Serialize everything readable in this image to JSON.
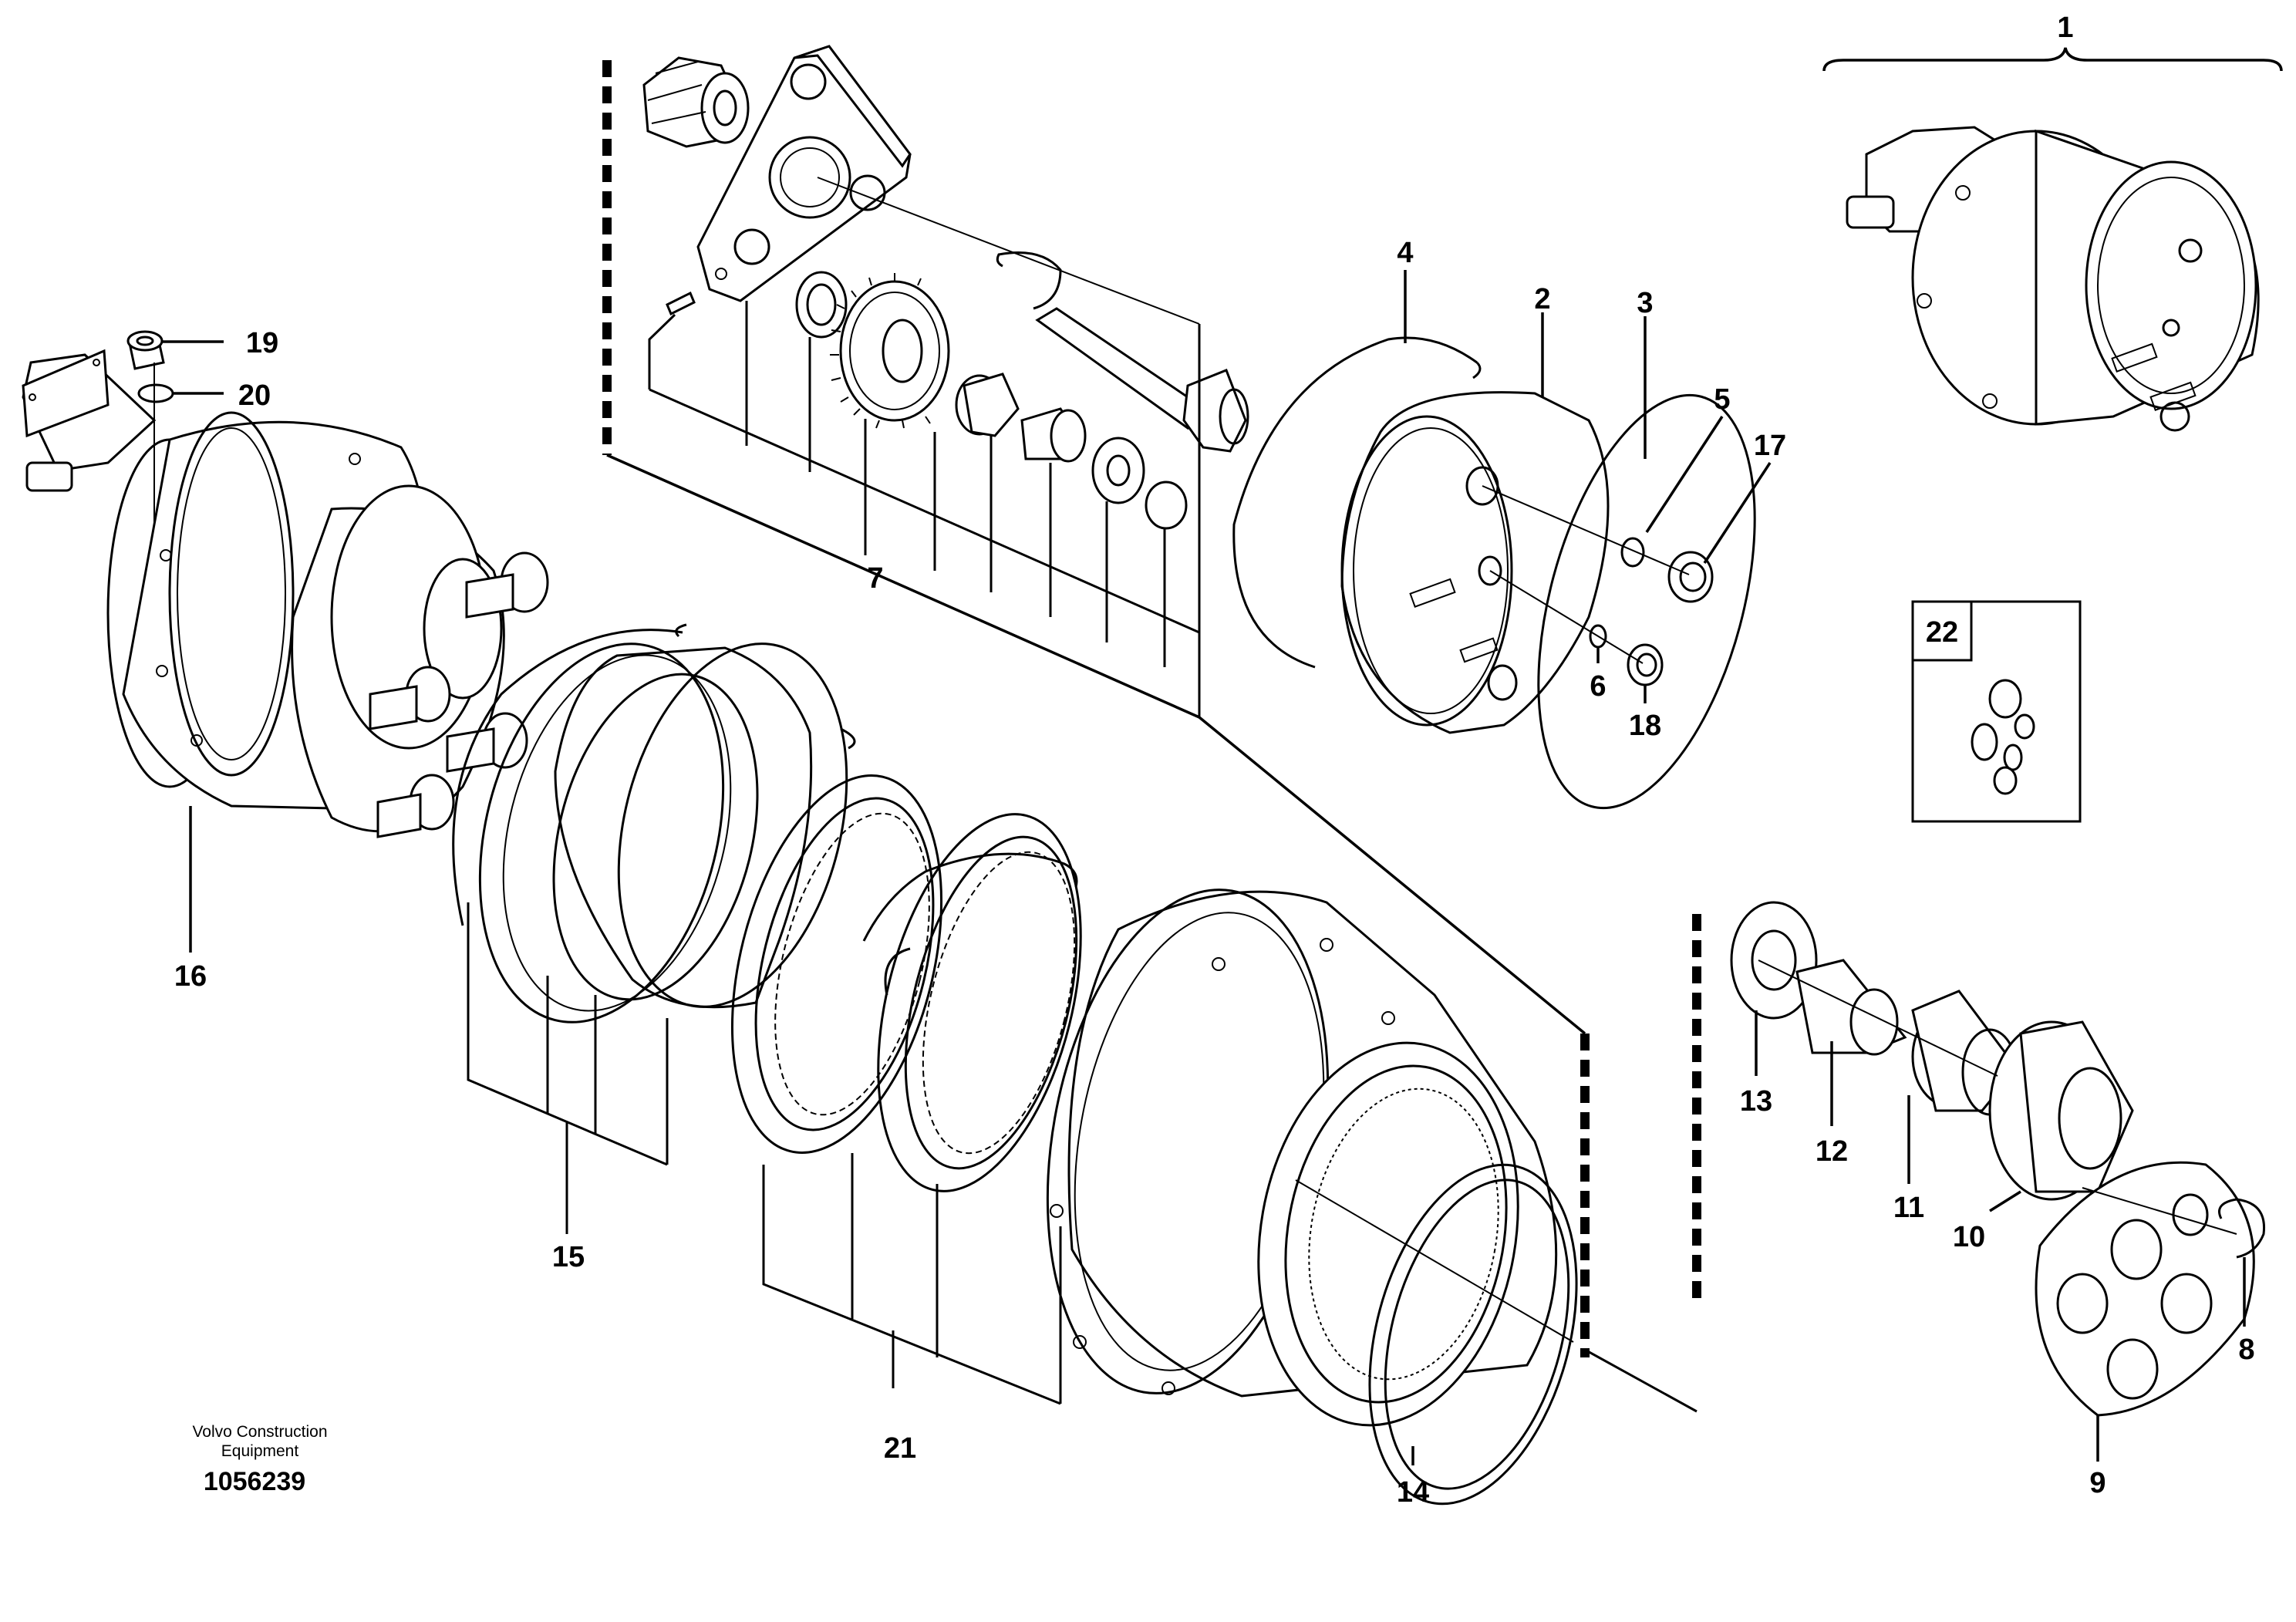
{
  "diagram": {
    "callouts": {
      "c1": "1",
      "c2": "2",
      "c3": "3",
      "c4": "4",
      "c5": "5",
      "c6": "6",
      "c7": "7",
      "c8": "8",
      "c9": "9",
      "c10": "10",
      "c11": "11",
      "c12": "12",
      "c13": "13",
      "c14": "14",
      "c15": "15",
      "c16": "16",
      "c17": "17",
      "c18": "18",
      "c19": "19",
      "c20": "20",
      "c21": "21",
      "c22": "22"
    },
    "credit": {
      "line1": "Volvo Construction",
      "line2": "Equipment",
      "doc_number": "1056239"
    }
  }
}
